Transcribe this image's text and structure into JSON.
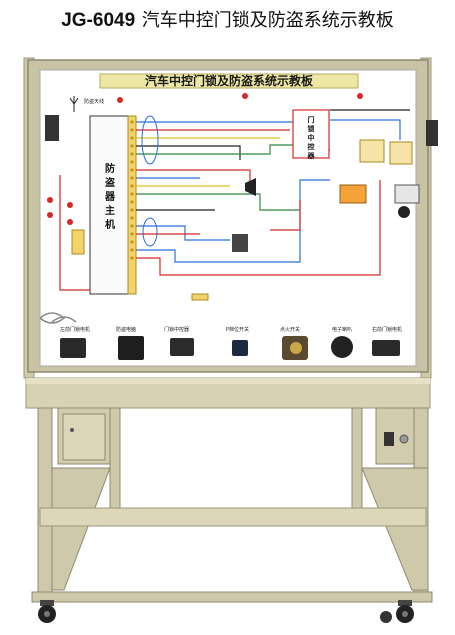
{
  "caption": {
    "model": "JG-6049",
    "title": "汽车中控门锁及防盗系统示教板"
  },
  "board": {
    "title": "汽车中控门锁及防盗系统示教板",
    "main_unit_label": [
      "防",
      "盗",
      "器",
      "主",
      "机"
    ],
    "door_lock_unit_label": [
      "门",
      "锁",
      "中",
      "控",
      "器"
    ]
  },
  "labels": {
    "bottom": [
      "左前门锁电机",
      "防盗电脑",
      "门锁中控器",
      "P档位开关",
      "点火开关",
      "电子喇叭",
      "右前门锁电机"
    ],
    "antenna": "防盗天线"
  },
  "colors": {
    "panel_frame": "#c9c3a5",
    "board": "#ffffff",
    "header_strip": "#ede6a4",
    "shelf": "#d8d2b5",
    "wire_red": "#d62828",
    "wire_blue": "#2a6fd6",
    "wire_yellow": "#e0c020",
    "wire_green": "#2e8b3e",
    "wire_black": "#222222"
  }
}
